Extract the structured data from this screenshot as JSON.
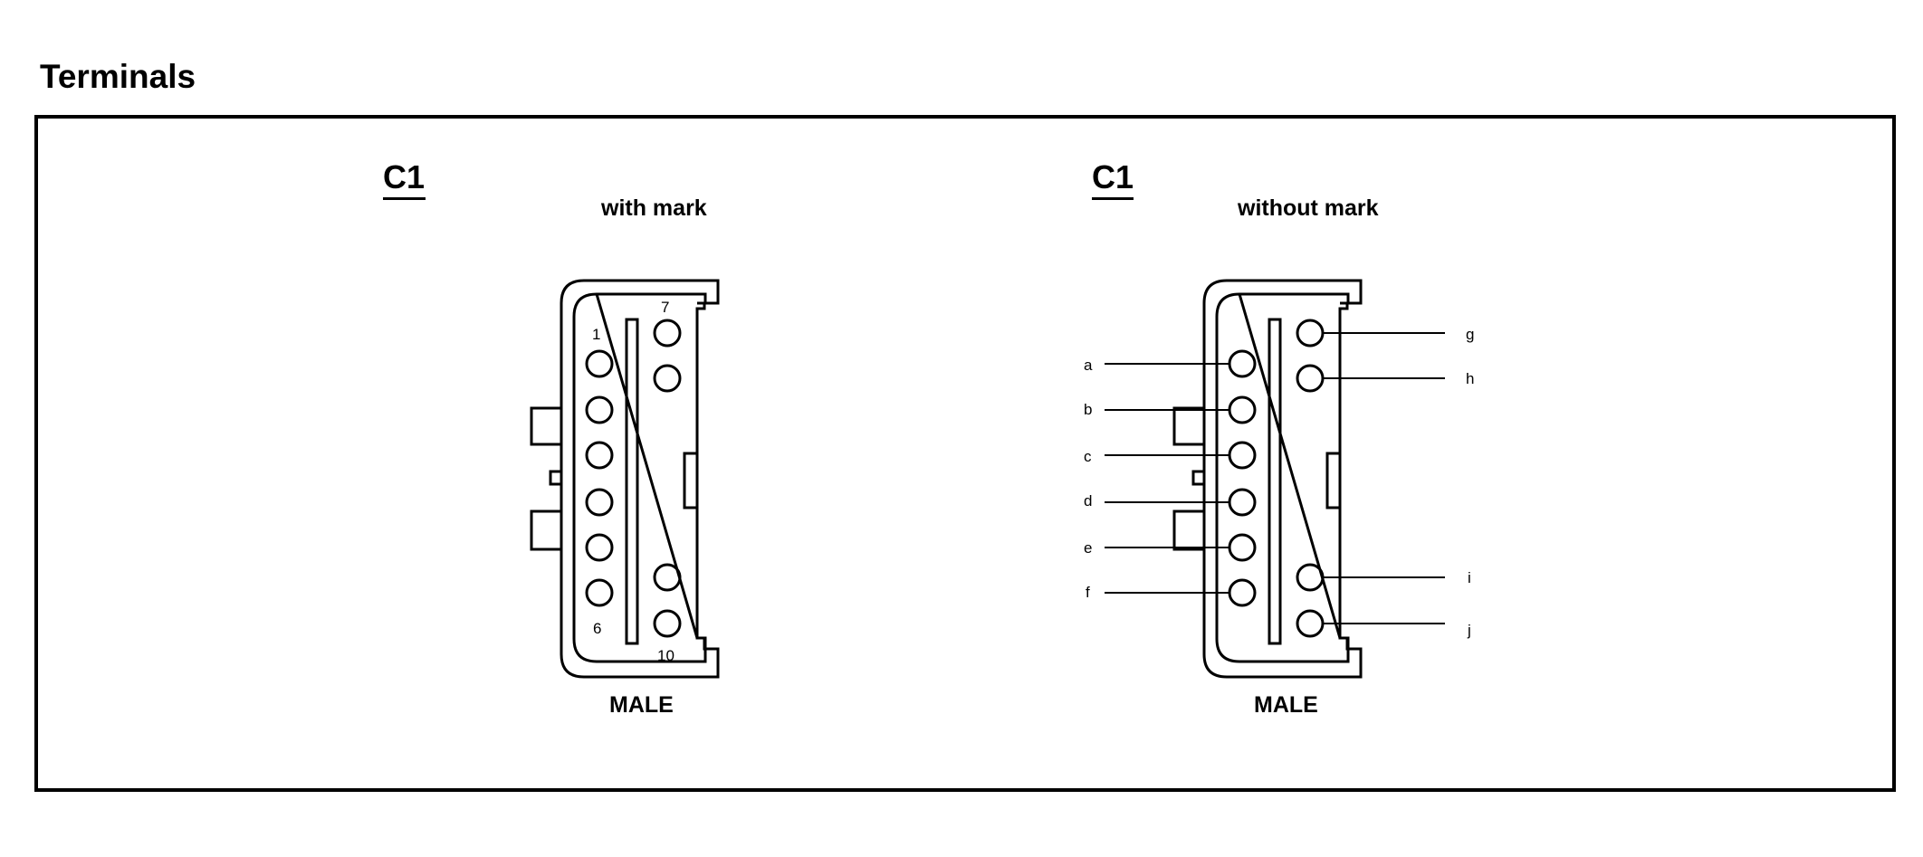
{
  "title": "Terminals",
  "connectors": [
    {
      "id": "C1",
      "note": "with mark",
      "gender": "MALE",
      "pins": [
        "1",
        "6",
        "7",
        "10"
      ]
    },
    {
      "id": "C1",
      "note": "without mark",
      "gender": "MALE",
      "pins": [
        "a",
        "b",
        "c",
        "d",
        "e",
        "f",
        "g",
        "h",
        "i",
        "j"
      ]
    }
  ]
}
